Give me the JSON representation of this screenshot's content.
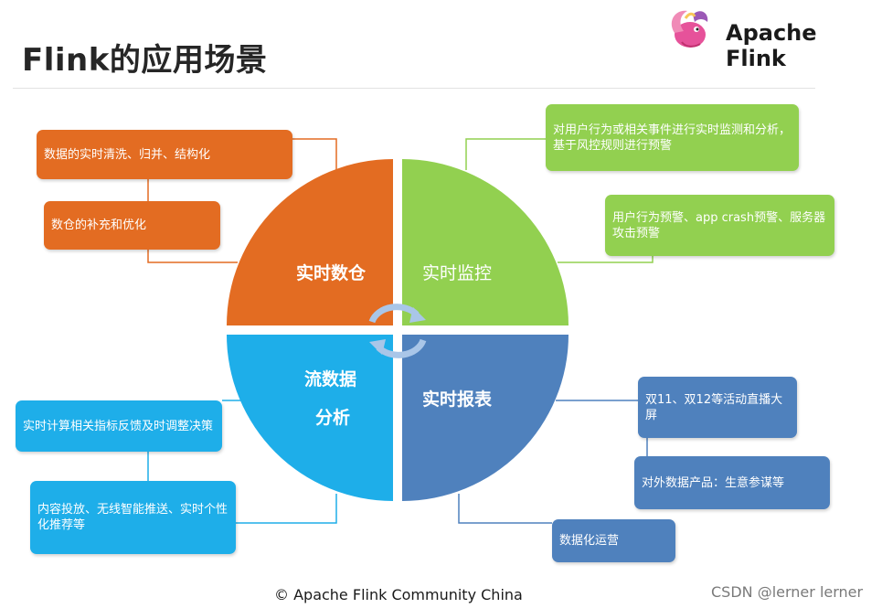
{
  "header": {
    "title": "Flink的应用场景",
    "brand": "Apache Flink",
    "logo_icon": "squirrel-logo-icon"
  },
  "quadrants": {
    "top_left": {
      "label": "实时数仓",
      "color": "#e36c22"
    },
    "top_right": {
      "label": "实时监控",
      "color": "#92d050"
    },
    "bottom_left": {
      "label_line1": "流数据",
      "label_line2": "分析",
      "color": "#1eaee9"
    },
    "bottom_right": {
      "label": "实时报表",
      "color": "#4f81bd"
    }
  },
  "boxes": {
    "orange": [
      "数据的实时清洗、归并、结构化",
      "数仓的补充和优化"
    ],
    "green": [
      "对用户行为或相关事件进行实时监测和分析，基于风控规则进行预警",
      "用户行为预警、app crash预警、服务器攻击预警"
    ],
    "blue": [
      "实时计算相关指标反馈及时调整决策",
      "内容投放、无线智能推送、实时个性化推荐等"
    ],
    "navy": [
      "双11、双12等活动直播大屏",
      "对外数据产品：生意参谋等",
      "数据化运营"
    ]
  },
  "cycle_icon": "circular-arrows-icon",
  "footer": {
    "copyright": "© Apache Flink Community China",
    "watermark": "CSDN @lerner lerner"
  }
}
